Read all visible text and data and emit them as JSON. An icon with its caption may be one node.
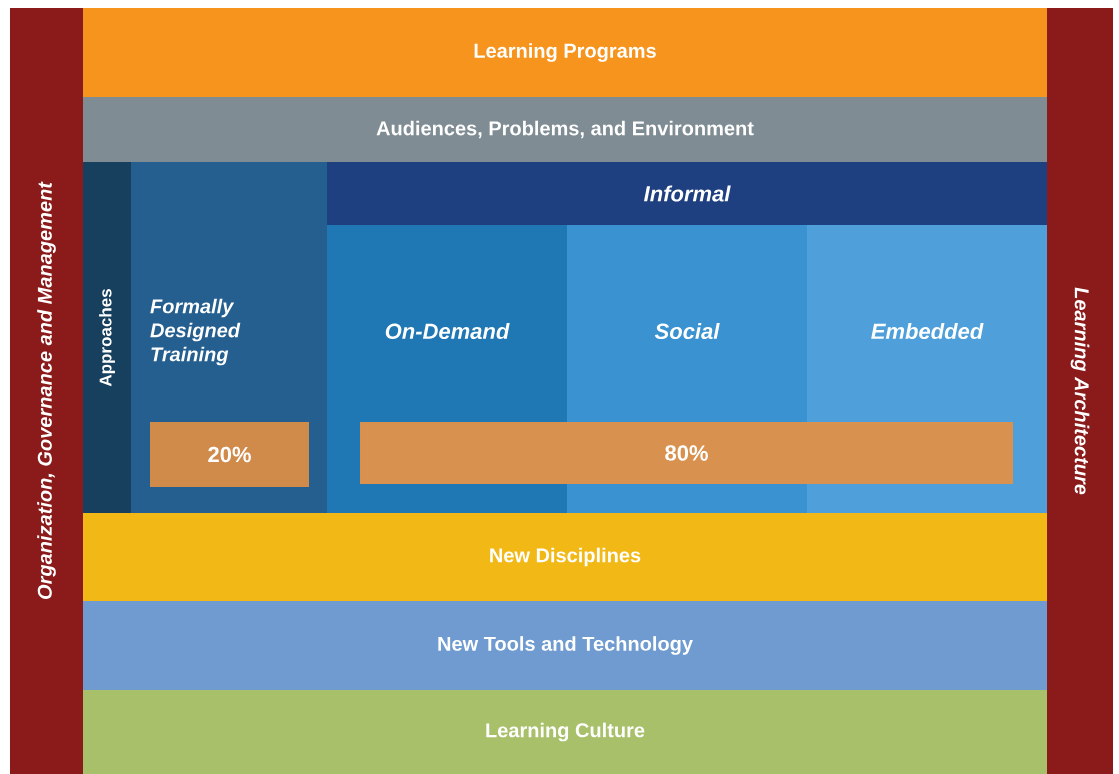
{
  "diagram": {
    "nodes": [
      {
        "text": [
          "Organization, Governance and Management"
        ]
      },
      {
        "text": [
          "Learning Programs"
        ]
      },
      {
        "text": [
          "Audiences, Problems, and Environment"
        ]
      },
      {
        "text": [
          "Approaches"
        ]
      },
      {
        "text": [
          "Formally Designed Training"
        ]
      },
      {
        "text": [
          "20%"
        ],
        "in": 4
      },
      {
        "text": [
          "Informal"
        ]
      },
      {
        "text": [
          "On-Demand"
        ]
      },
      {
        "text": [
          "Social"
        ]
      },
      {
        "text": [
          "Embedded"
        ]
      },
      {
        "text": [
          "80%"
        ]
      },
      {
        "text": [
          "New Disciplines"
        ]
      },
      {
        "text": [
          "New Tools and Technology"
        ]
      },
      {
        "text": [
          "Learning Culture"
        ]
      },
      {
        "text": [
          "Learning Architecture"
        ]
      }
    ]
  }
}
